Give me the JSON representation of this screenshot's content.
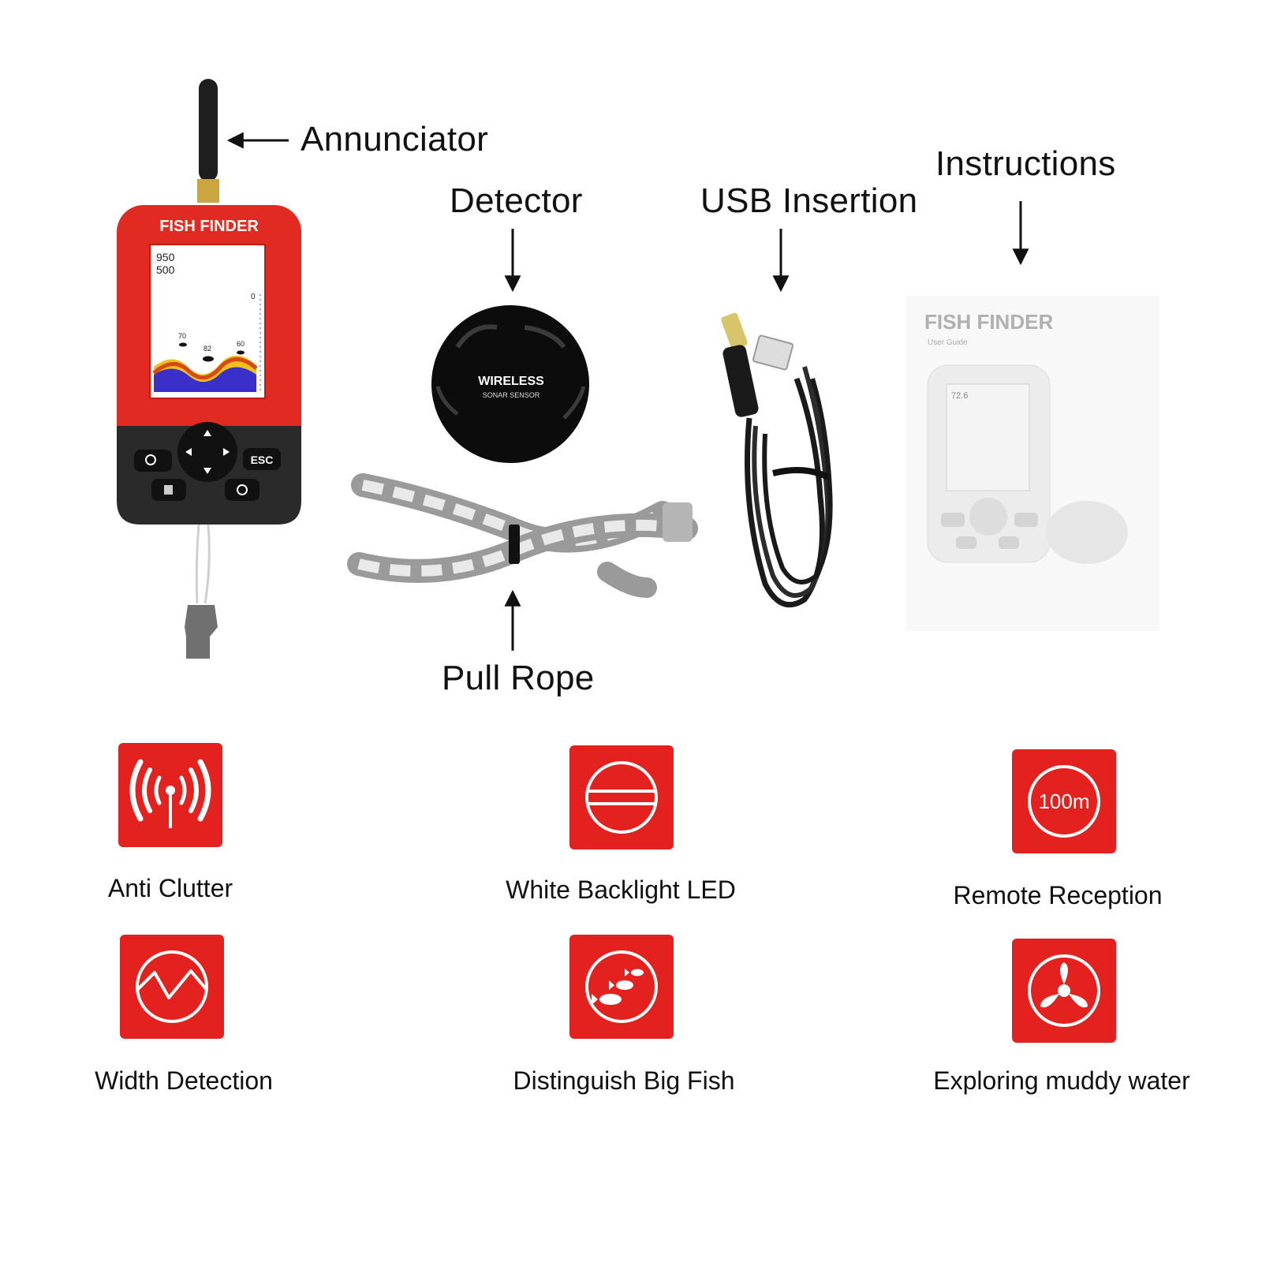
{
  "callouts": {
    "annunciator": "Annunciator",
    "detector": "Detector",
    "usb_insertion": "USB Insertion",
    "instructions": "Instructions",
    "pull_rope": "Pull Rope"
  },
  "device": {
    "brand": "FISH FINDER",
    "screen_depth": "950",
    "screen_temp": "500",
    "scale_top": "0",
    "fish_depths": [
      "70",
      "82",
      "60"
    ],
    "esc_label": "ESC"
  },
  "detector": {
    "line1": "WIRELESS",
    "line2": "SONAR SENSOR"
  },
  "manual": {
    "title": "FISH FINDER",
    "subtitle": "User Guide",
    "screen_value": "72.6"
  },
  "features": [
    {
      "label": "Anti Clutter",
      "icon": "signal-waves-icon"
    },
    {
      "label": "White Backlight LED",
      "icon": "backlight-circle-icon"
    },
    {
      "label": "Remote Reception",
      "icon": "range-100m-icon",
      "badge": "100m"
    },
    {
      "label": "Width Detection",
      "icon": "width-wave-icon"
    },
    {
      "label": "Distinguish Big Fish",
      "icon": "fish-school-icon"
    },
    {
      "label": "Exploring muddy water",
      "icon": "propeller-icon"
    }
  ],
  "colors": {
    "accent_red": "#e3221f",
    "device_red": "#e02a22",
    "device_dark": "#2a2a2a"
  }
}
